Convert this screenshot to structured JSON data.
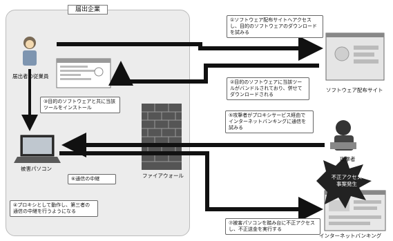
{
  "company_label": "届出企業",
  "employee_label": "届出者の従業員",
  "victim_pc_label": "被害パソコン",
  "firewall_label": "ファイアウォール",
  "distribution_site_label": "ソフトウェア配布サイト",
  "attacker_label": "攻撃者",
  "banking_label": "インターネットバンキング",
  "incident_label": "不正アクセス\n事案発生",
  "steps": {
    "s1": "①ソフトウェア配布サイトへアクセスし、目的のソフトウェアのダウンロードを試みる",
    "s2": "②目的のソフトウェアに当該ツールがバンドルされており、併せてダウンロードされる",
    "s3": "③目的のソフトウェアと共に当該ツールをインストール",
    "s4": "④プロキシとして動作し、第三者の通信の中継を行うようになる",
    "s5": "⑤攻撃者がプロキシサービス経由でインターネットバンキングに通信を試みる",
    "s6": "⑥通信の中継",
    "s7": "⑦被害パソコンを踏み台に不正アクセスし、不正送金を実行する"
  }
}
